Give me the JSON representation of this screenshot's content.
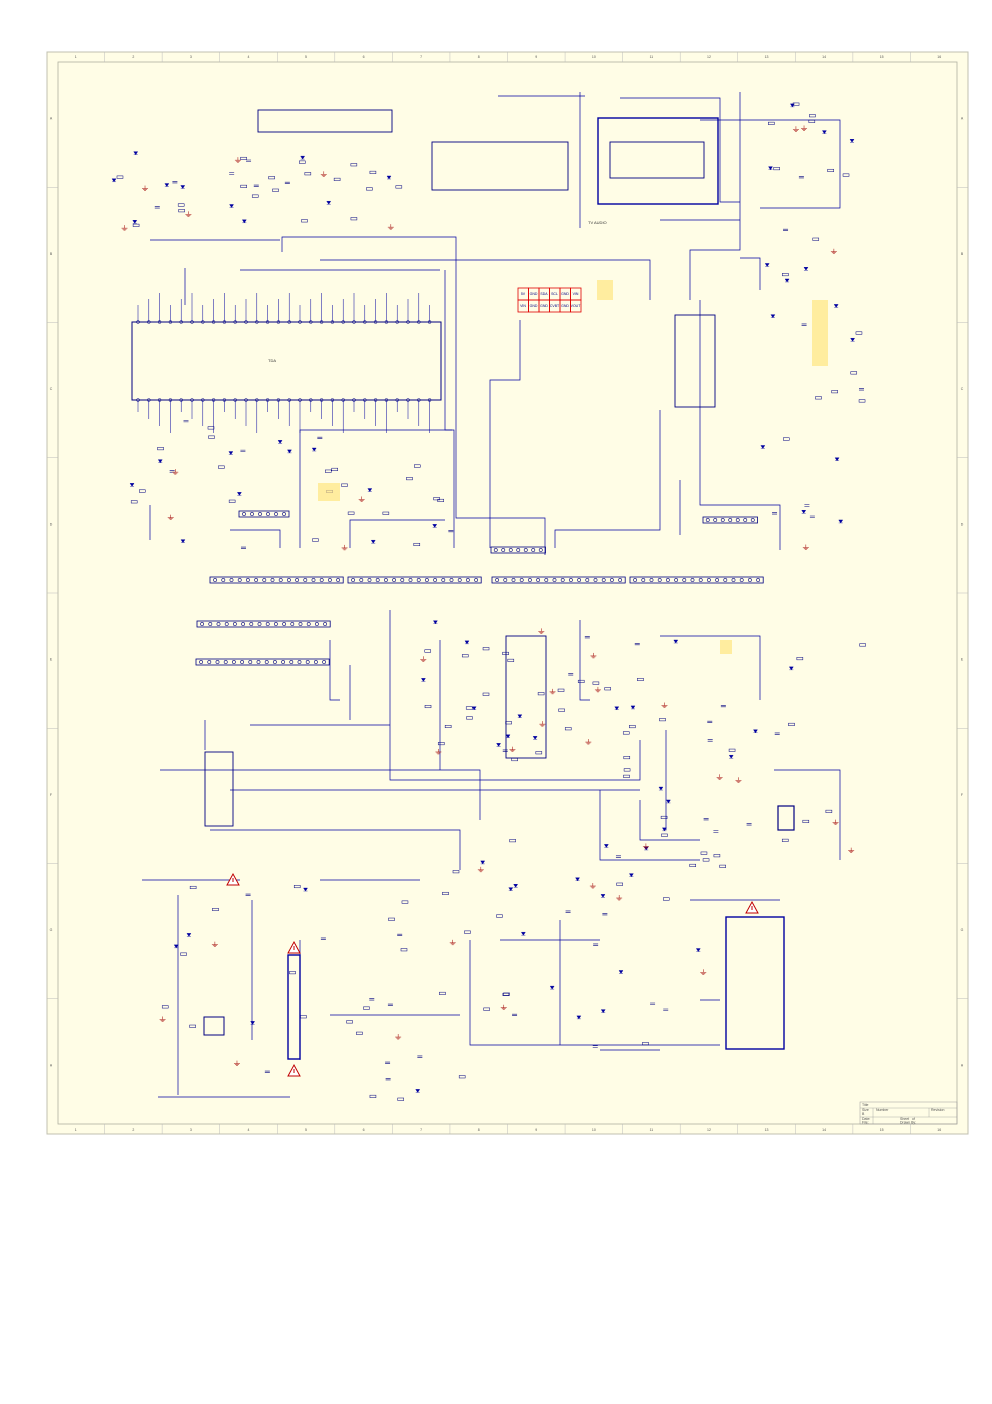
{
  "sheet": {
    "columns": [
      "1",
      "2",
      "3",
      "4",
      "5",
      "6",
      "7",
      "8",
      "9",
      "10",
      "11",
      "12",
      "13",
      "14",
      "15",
      "16"
    ],
    "rows": [
      "A",
      "B",
      "C",
      "D",
      "E",
      "F",
      "G",
      "H"
    ]
  },
  "labels": {
    "tv_audio": "TV AUDIO",
    "main_ic": "TDA",
    "red_pins_top": [
      "5V",
      "GND",
      "SDA",
      "SCL",
      "GND",
      "VIN"
    ],
    "red_pins_bottom": [
      "VIN",
      "GND",
      "GND",
      "CVBT",
      "GND",
      "VOUT"
    ]
  },
  "title_block": {
    "title_label": "Title",
    "size_label": "Size",
    "size_value": "B",
    "number_label": "Number",
    "revision_label": "Revision",
    "date_label": "Date:",
    "sheet_label": "Sheet",
    "sheet_value": "of",
    "file_label": "File:",
    "drawn_label": "Drawn By:"
  },
  "colors": {
    "paper": "#fffde6",
    "wire": "#0000a0",
    "part": "#000080",
    "ground": "#a00000",
    "warn": "#c00000",
    "note": "#ffe680"
  }
}
